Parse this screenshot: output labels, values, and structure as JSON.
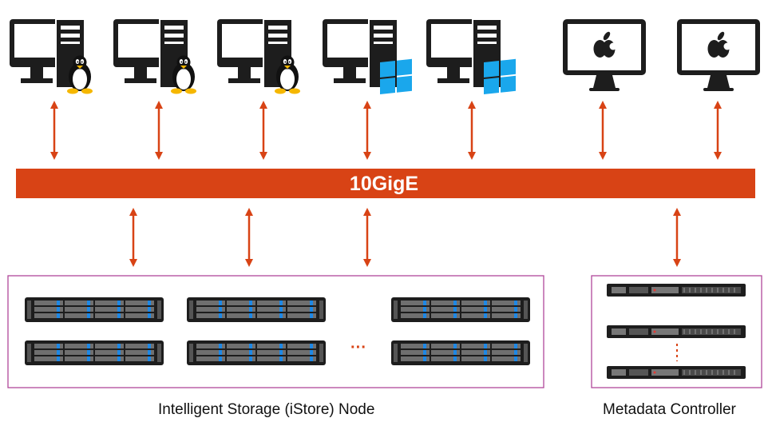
{
  "network": {
    "label": "10GigE"
  },
  "clients": [
    {
      "os": "linux",
      "icon": "tux-penguin-icon"
    },
    {
      "os": "linux",
      "icon": "tux-penguin-icon"
    },
    {
      "os": "linux",
      "icon": "tux-penguin-icon"
    },
    {
      "os": "windows",
      "icon": "windows-logo-icon"
    },
    {
      "os": "windows",
      "icon": "windows-logo-icon"
    },
    {
      "os": "mac",
      "icon": "apple-logo-icon"
    },
    {
      "os": "mac",
      "icon": "apple-logo-icon"
    }
  ],
  "storage_group": {
    "caption": "Intelligent Storage (iStore) Node",
    "ellipsis": "···",
    "nodes_per_column": 2,
    "visible_columns": 3
  },
  "metadata_group": {
    "caption": "Metadata Controller",
    "servers_shown": 3
  },
  "colors": {
    "accent": "#d84315",
    "bus": "#d84315",
    "bus_text": "#ffffff",
    "group_border": "#b0479a",
    "device_dark": "#1d1d1d",
    "drive_blue": "#1e88e5",
    "windows_blue": "#1aa7ec",
    "tux_yellow": "#f5b700"
  }
}
